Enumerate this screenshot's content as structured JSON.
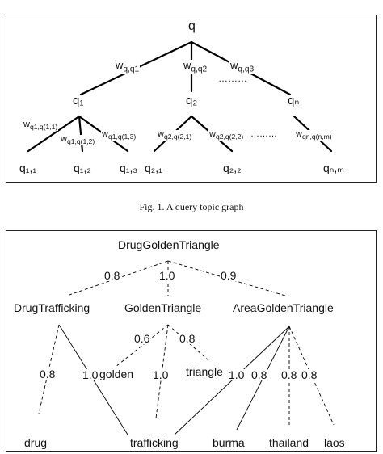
{
  "figure1": {
    "nodes": {
      "root": "q",
      "q1": "q₁",
      "q2": "q₂",
      "qn": "qₙ",
      "q11": "q₁,₁",
      "q12": "q₁,₂",
      "q13": "q₁,₃",
      "q21": "q₂,₁",
      "q22": "q₂,₂",
      "qnm": "qₙ,ₘ"
    },
    "edge_labels": {
      "wq_q1": "w_q,q1",
      "wq_q2": "w_q,q2",
      "wq_q3": "w_q,q3",
      "dots_top": "………",
      "w1_11": "w_q1,q(1,1)",
      "w1_12": "w_q1,q(1,2)",
      "w1_13": "w_q1,q(1,3)",
      "w2_21": "w_q2,q(2,1)",
      "w2_22": "w_q2,q(2,2)",
      "dots_bottom": "………",
      "wn_nm": "w_qn,q(n,m)"
    },
    "caption": "Fig. 1.  A query topic graph"
  },
  "figure2": {
    "nodes": {
      "root": "DrugGoldenTriangle",
      "trafficking_parent": "DrugTrafficking",
      "golden_parent": "GoldenTriangle",
      "area_parent": "AreaGoldenTriangle",
      "golden": "golden",
      "triangle": "triangle",
      "drug": "drug",
      "trafficking": "trafficking",
      "burma": "burma",
      "thailand": "thailand",
      "laos": "laos"
    },
    "weights": {
      "root_left": "0.8",
      "root_mid": "1.0",
      "root_right": "0.9",
      "dt_drug": "0.8",
      "dt_trafficking": "1.0",
      "gt_golden": "0.6",
      "gt_trafficking": "1.0",
      "gt_triangle": "0.8",
      "ag_trafficking": "1.0",
      "ag_burma": "0.8",
      "ag_thailand": "0.8",
      "ag_laos": "0.8"
    }
  }
}
